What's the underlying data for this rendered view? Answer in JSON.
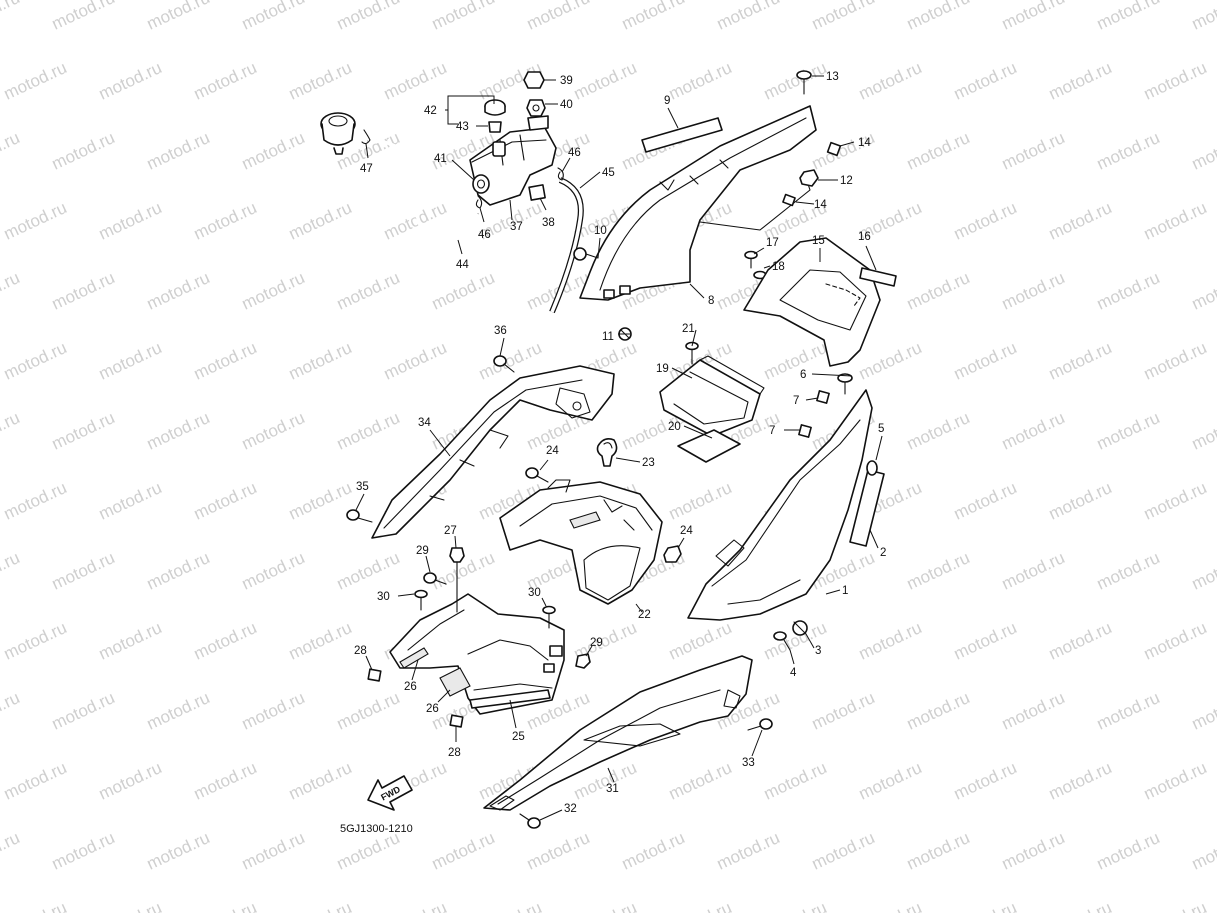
{
  "watermark": {
    "text": "motod.ru",
    "color": "#cfcfcf"
  },
  "diagram_code": "5GJ1300-1210",
  "fwd_label": "FWD",
  "callouts": [
    {
      "id": "c1",
      "text": "1"
    },
    {
      "id": "c2",
      "text": "2"
    },
    {
      "id": "c3",
      "text": "3"
    },
    {
      "id": "c4",
      "text": "4"
    },
    {
      "id": "c5",
      "text": "5"
    },
    {
      "id": "c6",
      "text": "6"
    },
    {
      "id": "c7a",
      "text": "7"
    },
    {
      "id": "c7b",
      "text": "7"
    },
    {
      "id": "c8",
      "text": "8"
    },
    {
      "id": "c9",
      "text": "9"
    },
    {
      "id": "c10",
      "text": "10"
    },
    {
      "id": "c11",
      "text": "11"
    },
    {
      "id": "c12",
      "text": "12"
    },
    {
      "id": "c13",
      "text": "13"
    },
    {
      "id": "c14a",
      "text": "14"
    },
    {
      "id": "c14b",
      "text": "14"
    },
    {
      "id": "c15",
      "text": "15"
    },
    {
      "id": "c16",
      "text": "16"
    },
    {
      "id": "c17",
      "text": "17"
    },
    {
      "id": "c18",
      "text": "18"
    },
    {
      "id": "c19",
      "text": "19"
    },
    {
      "id": "c20",
      "text": "20"
    },
    {
      "id": "c21",
      "text": "21"
    },
    {
      "id": "c22",
      "text": "22"
    },
    {
      "id": "c23",
      "text": "23"
    },
    {
      "id": "c24a",
      "text": "24"
    },
    {
      "id": "c24b",
      "text": "24"
    },
    {
      "id": "c25",
      "text": "25"
    },
    {
      "id": "c26a",
      "text": "26"
    },
    {
      "id": "c26b",
      "text": "26"
    },
    {
      "id": "c27",
      "text": "27"
    },
    {
      "id": "c28a",
      "text": "28"
    },
    {
      "id": "c28b",
      "text": "28"
    },
    {
      "id": "c29a",
      "text": "29"
    },
    {
      "id": "c29b",
      "text": "29"
    },
    {
      "id": "c30a",
      "text": "30"
    },
    {
      "id": "c30b",
      "text": "30"
    },
    {
      "id": "c31",
      "text": "31"
    },
    {
      "id": "c32",
      "text": "32"
    },
    {
      "id": "c33",
      "text": "33"
    },
    {
      "id": "c34",
      "text": "34"
    },
    {
      "id": "c35",
      "text": "35"
    },
    {
      "id": "c36",
      "text": "36"
    },
    {
      "id": "c37",
      "text": "37"
    },
    {
      "id": "c38",
      "text": "38"
    },
    {
      "id": "c39",
      "text": "39"
    },
    {
      "id": "c40",
      "text": "40"
    },
    {
      "id": "c41",
      "text": "41"
    },
    {
      "id": "c42",
      "text": "42"
    },
    {
      "id": "c43",
      "text": "43"
    },
    {
      "id": "c44",
      "text": "44"
    },
    {
      "id": "c45",
      "text": "45"
    },
    {
      "id": "c46a",
      "text": "46"
    },
    {
      "id": "c46b",
      "text": "46"
    },
    {
      "id": "c47",
      "text": "47"
    }
  ]
}
